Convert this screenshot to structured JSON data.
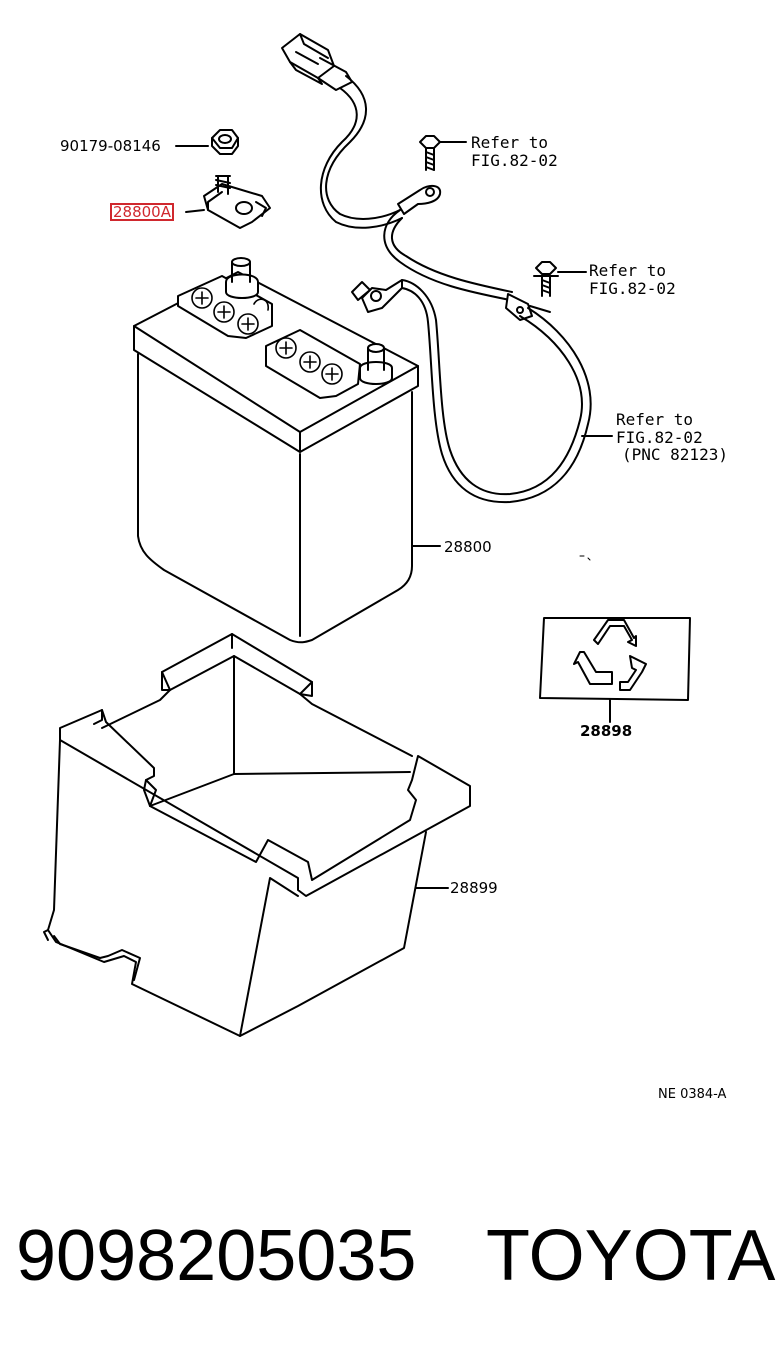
{
  "labels": {
    "nut_part": "90179-08146",
    "terminal_part": "28800A",
    "refer1_line1": "Refer to",
    "refer1_line2": "FIG.82-02",
    "refer2_line1": "Refer to",
    "refer2_line2": "FIG.82-02",
    "refer3_line1": "Refer to",
    "refer3_line2": "FIG.82-02",
    "refer3_line3": "(PNC 82123)",
    "battery_part": "28800",
    "tray_part": "28899",
    "recycle_part": "28898",
    "figure_code": "NE 0384-A"
  },
  "footer": {
    "part_number": "9098205035",
    "brand": "TOYOTA"
  },
  "colors": {
    "line": "#000000",
    "highlight": "#d0282e",
    "background": "#ffffff"
  },
  "icons": {
    "recycle": "recycle-icon"
  }
}
